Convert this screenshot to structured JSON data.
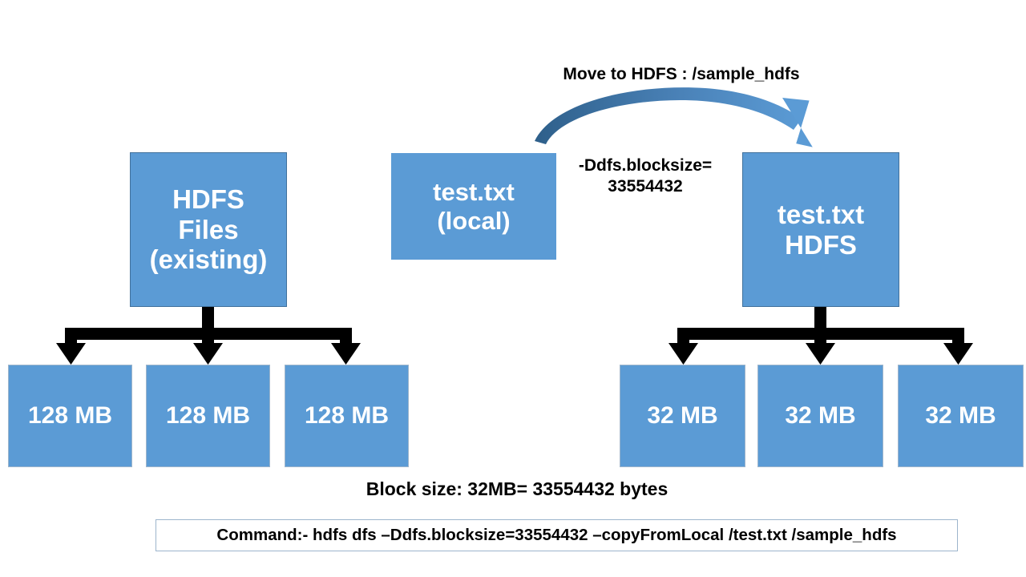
{
  "diagram": {
    "title_label": "Move to HDFS : /sample_hdfs",
    "blocksize_label": "-Ddfs.blocksize=\n33554432",
    "blocksize_note": "Block size: 32MB= 33554432 bytes",
    "command": "Command:- hdfs dfs –Ddfs.blocksize=33554432 –copyFromLocal  /test.txt  /sample_hdfs",
    "colors": {
      "box_fill": "#5B9BD5",
      "box_stroke": "#41719C",
      "arrow_black": "#000000",
      "curved_arrow_start": "#2E5F8A",
      "curved_arrow_end": "#5B9BD5",
      "command_border": "#9DB5CC",
      "text_on_box": "#FFFFFF",
      "text_black": "#000000",
      "background": "#FFFFFF"
    },
    "top_boxes": [
      {
        "id": "hdfs-files",
        "label": "HDFS\nFiles\n(existing)"
      },
      {
        "id": "test-local",
        "label": "test.txt\n(local)"
      },
      {
        "id": "test-hdfs",
        "label": "test.txt\nHDFS"
      }
    ],
    "left_blocks": [
      {
        "label": "128 MB"
      },
      {
        "label": "128 MB"
      },
      {
        "label": "128 MB"
      }
    ],
    "right_blocks": [
      {
        "label": "32 MB"
      },
      {
        "label": "32 MB"
      },
      {
        "label": "32 MB"
      }
    ]
  }
}
